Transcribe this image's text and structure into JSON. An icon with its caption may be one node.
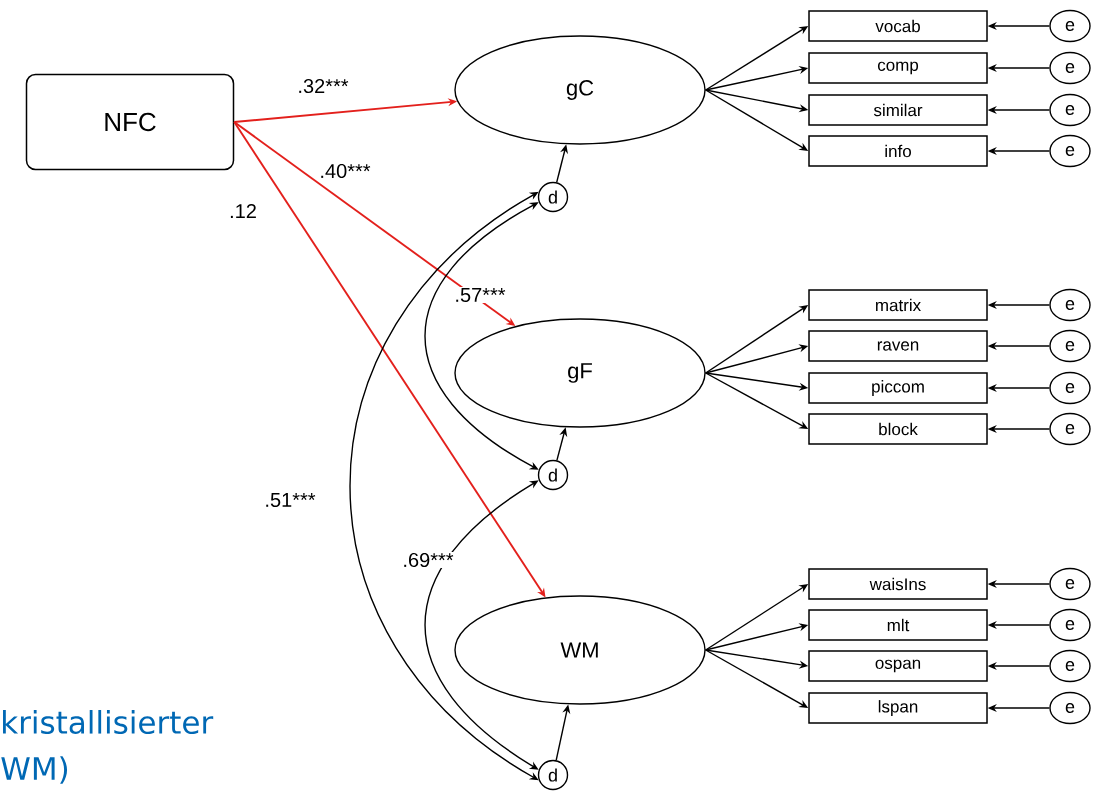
{
  "diagram": {
    "nodes": [
      {
        "text": [
          "NFC"
        ]
      },
      {
        "text": [
          "gC"
        ]
      },
      {
        "text": [
          "vocab"
        ]
      },
      {
        "text": [
          "comp"
        ]
      },
      {
        "text": [
          "similar"
        ]
      },
      {
        "text": [
          "info"
        ]
      },
      {
        "text": [
          "e"
        ]
      },
      {
        "text": [
          "e"
        ]
      },
      {
        "text": [
          "e"
        ]
      },
      {
        "text": [
          "e"
        ]
      },
      {
        "text": [
          "d"
        ]
      },
      {
        "text": [
          "gF"
        ]
      },
      {
        "text": [
          "matrix"
        ]
      },
      {
        "text": [
          "raven"
        ]
      },
      {
        "text": [
          "piccom"
        ]
      },
      {
        "text": [
          "block"
        ]
      },
      {
        "text": [
          "e"
        ]
      },
      {
        "text": [
          "e"
        ]
      },
      {
        "text": [
          "e"
        ]
      },
      {
        "text": [
          "e"
        ]
      },
      {
        "text": [
          "d"
        ]
      },
      {
        "text": [
          "WM"
        ]
      },
      {
        "text": [
          "waisIns"
        ]
      },
      {
        "text": [
          "mlt"
        ]
      },
      {
        "text": [
          "ospan"
        ]
      },
      {
        "text": [
          "lspan"
        ]
      },
      {
        "text": [
          "e"
        ]
      },
      {
        "text": [
          "e"
        ]
      },
      {
        "text": [
          "e"
        ]
      },
      {
        "text": [
          "e"
        ]
      },
      {
        "text": [
          "d"
        ]
      }
    ],
    "edges": [
      {
        "from": 0,
        "to": 1,
        "arrow": "to",
        "label": ".32***",
        "color": "#e3201c"
      },
      {
        "from": 0,
        "to": 11,
        "arrow": "to",
        "label": ".40***",
        "color": "#e3201c"
      },
      {
        "from": 0,
        "to": 21,
        "arrow": "to",
        "label": ".12",
        "color": "#e3201c"
      },
      {
        "from": 1,
        "to": 2,
        "arrow": "to"
      },
      {
        "from": 1,
        "to": 3,
        "arrow": "to"
      },
      {
        "from": 1,
        "to": 4,
        "arrow": "to"
      },
      {
        "from": 1,
        "to": 5,
        "arrow": "to"
      },
      {
        "from": 6,
        "to": 2,
        "arrow": "to"
      },
      {
        "from": 7,
        "to": 3,
        "arrow": "to"
      },
      {
        "from": 8,
        "to": 4,
        "arrow": "to"
      },
      {
        "from": 9,
        "to": 5,
        "arrow": "to"
      },
      {
        "from": 10,
        "to": 1,
        "arrow": "to"
      },
      {
        "from": 11,
        "to": 12,
        "arrow": "to"
      },
      {
        "from": 11,
        "to": 13,
        "arrow": "to"
      },
      {
        "from": 11,
        "to": 14,
        "arrow": "to"
      },
      {
        "from": 11,
        "to": 15,
        "arrow": "to"
      },
      {
        "from": 16,
        "to": 12,
        "arrow": "to"
      },
      {
        "from": 17,
        "to": 13,
        "arrow": "to"
      },
      {
        "from": 18,
        "to": 14,
        "arrow": "to"
      },
      {
        "from": 19,
        "to": 15,
        "arrow": "to"
      },
      {
        "from": 20,
        "to": 11,
        "arrow": "to"
      },
      {
        "from": 21,
        "to": 22,
        "arrow": "to"
      },
      {
        "from": 21,
        "to": 23,
        "arrow": "to"
      },
      {
        "from": 21,
        "to": 24,
        "arrow": "to"
      },
      {
        "from": 21,
        "to": 25,
        "arrow": "to"
      },
      {
        "from": 26,
        "to": 22,
        "arrow": "to"
      },
      {
        "from": 27,
        "to": 23,
        "arrow": "to"
      },
      {
        "from": 28,
        "to": 24,
        "arrow": "to"
      },
      {
        "from": 29,
        "to": 25,
        "arrow": "to"
      },
      {
        "from": 30,
        "to": 21,
        "arrow": "to"
      },
      {
        "from": 10,
        "to": 20,
        "arrow": "both",
        "label": ".57***"
      },
      {
        "from": 10,
        "to": 30,
        "arrow": "both",
        "label": ".51***"
      },
      {
        "from": 20,
        "to": 30,
        "arrow": "both",
        "label": ".69***"
      }
    ],
    "labels": [
      "kristallisierter",
      "WM)"
    ]
  }
}
